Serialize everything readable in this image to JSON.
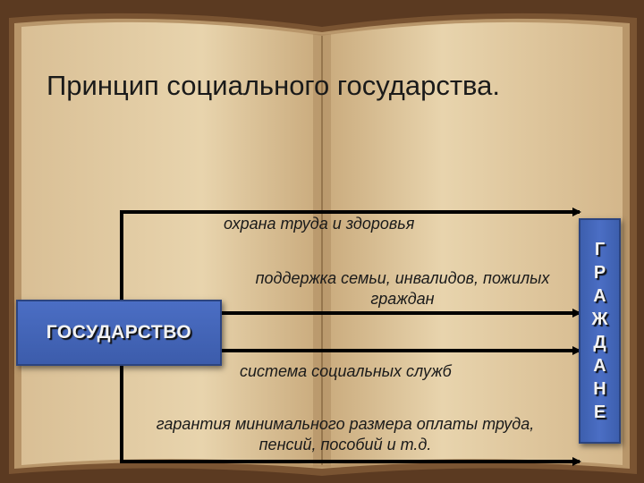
{
  "title": "Принцип социального государства.",
  "state_label": "ГОСУДАРСТВО",
  "citizens_label": [
    "Г",
    "Р",
    "А",
    "Ж",
    "Д",
    "А",
    "Н",
    "Е"
  ],
  "functions": [
    {
      "text": "охрана труда и здоровья"
    },
    {
      "text": "поддержка семьи, инвалидов, пожилых граждан"
    },
    {
      "text": "система социальных служб"
    },
    {
      "text": "гарантия минимального размера оплаты труда, пенсий, пособий и т.д."
    }
  ]
}
